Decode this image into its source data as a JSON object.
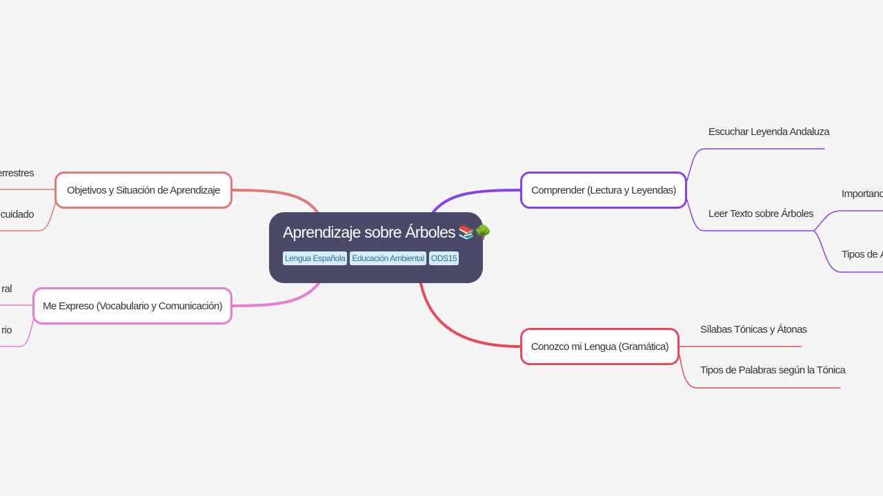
{
  "root": {
    "title": "Aprendizaje sobre Árboles",
    "emoji": "📚🌳",
    "tags": [
      "Lengua Española",
      "Educación Ambiental",
      "ODS15"
    ]
  },
  "branches": {
    "objetivos": {
      "label": "Objetivos y Situación de Aprendizaje",
      "color": "#e07a78",
      "children": [
        "errestres",
        "cuidado"
      ]
    },
    "expreso": {
      "label": "Me Expreso (Vocabulario y Comunicación)",
      "color": "#ec7ad2",
      "children": [
        "ral",
        "rio"
      ]
    },
    "comprender": {
      "label": "Comprender (Lectura y Leyendas)",
      "color": "#8b3df0",
      "children": [
        "Escuchar Leyenda Andaluza",
        "Leer Texto sobre Árboles"
      ],
      "grandchildren": [
        "Importanc",
        "Tipos de Á"
      ]
    },
    "conozco": {
      "label": "Conozco mi Lengua (Gramática)",
      "color": "#e54a5a",
      "children": [
        "Sílabas Tónicas y Átonas",
        "Tipos de Palabras según la Tónica"
      ]
    }
  }
}
